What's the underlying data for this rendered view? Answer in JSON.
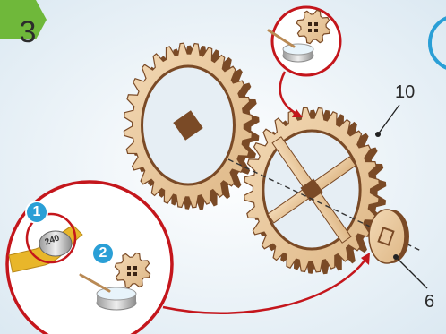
{
  "step": {
    "number": "3",
    "badge_color": "#6fb83a"
  },
  "labels": {
    "part_gear": "10",
    "part_ring": "6"
  },
  "callouts": {
    "sand": "1",
    "glue": "2",
    "circle_color": "#c4161c",
    "badge_color": "#2a9fd6"
  },
  "sandpaper": {
    "grit": "240"
  },
  "colors": {
    "wood": "#e9c9a0",
    "wood_edge": "#7a4a26",
    "arrow": "#c4161c",
    "accent": "#2a9fd6"
  }
}
